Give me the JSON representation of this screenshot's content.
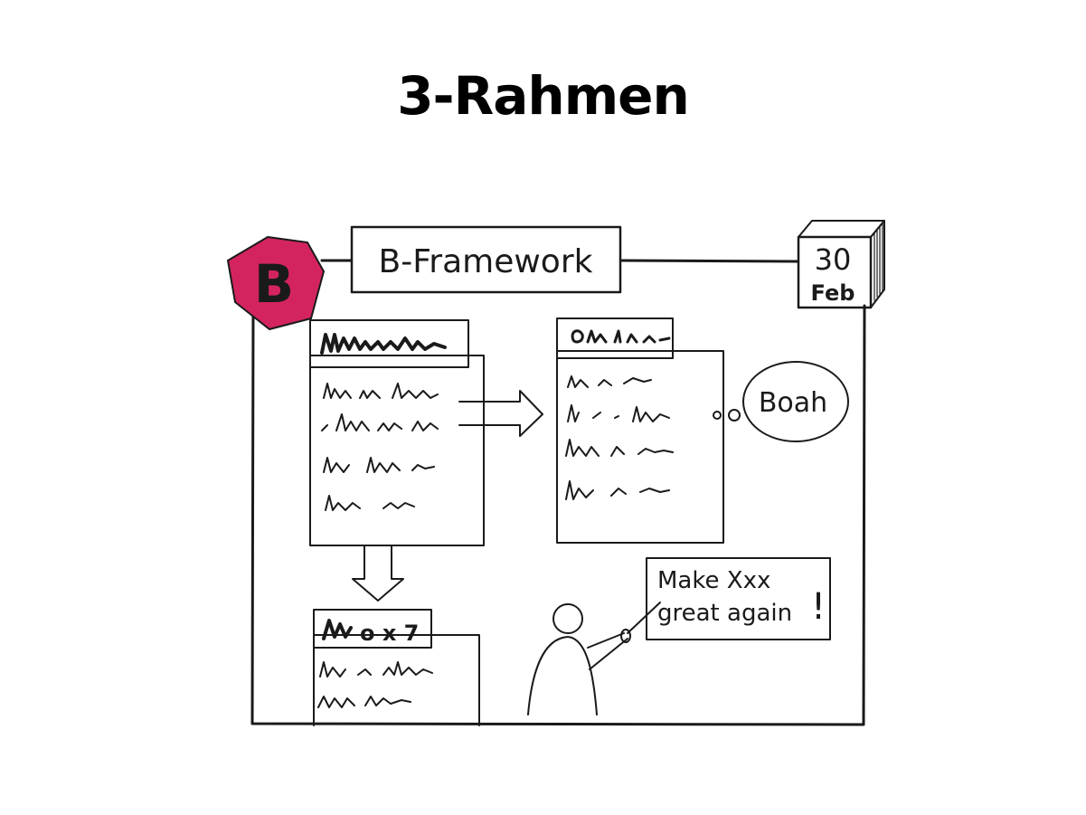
{
  "title": "3-Rahmen",
  "header_label": "B-Framework",
  "logo_letter": "B",
  "calendar": {
    "day": "30",
    "month": "Feb"
  },
  "left_window_title": "",
  "right_window_title": "",
  "bottom_window_title": "",
  "speech_bubble": "Boah",
  "sign_text": {
    "line1": "Make Xxx",
    "line2": "great again",
    "mark": "!"
  },
  "colors": {
    "logo_fill": "#d4245f",
    "ink": "#1a1a1a",
    "background": "#ffffff"
  }
}
